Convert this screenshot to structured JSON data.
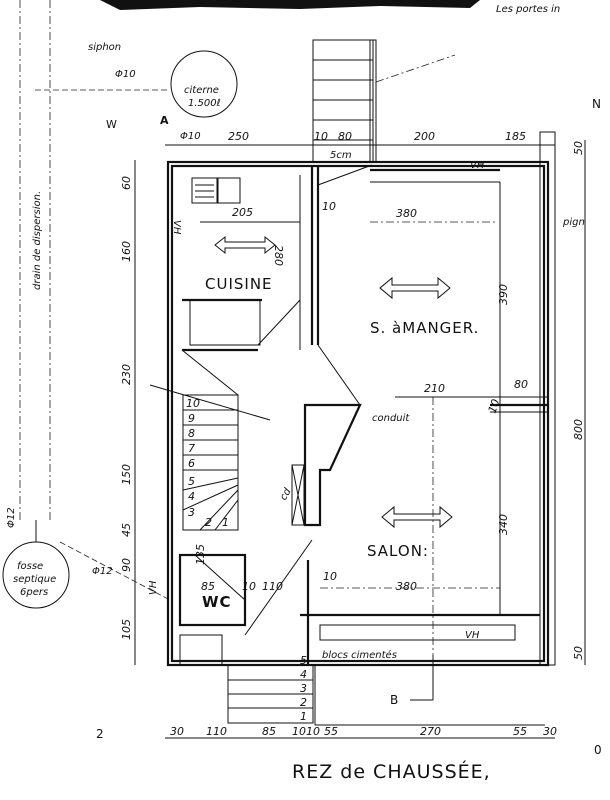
{
  "title": "REZ de CHAUSSÉE,",
  "top_note": "Les portes in",
  "rooms": {
    "kitchen": "CUISINE",
    "dining": "S. àMANGER.",
    "living": "SALON:",
    "wc": "WC"
  },
  "annotations": {
    "siphon": "siphon",
    "pipe_top": "Φ10",
    "pipe_a": "Φ10",
    "pipe_septic": "Φ12",
    "pipe_left": "Φ12",
    "cistern": "citerne",
    "cistern_volume": "1.500ℓ",
    "septic_1": "fosse",
    "septic_2": "septique",
    "septic_3": "6pers",
    "drain": "drain de dispersion.",
    "west": "W",
    "north": "N",
    "section_a": "A",
    "section_b": "B",
    "zero": "0",
    "two": "2",
    "conduit": "conduit",
    "cd": "cd",
    "blocs": "blocs cimentés",
    "pign": "pign",
    "fivecm": "5cm",
    "vh1": "VH",
    "vh2": "VH",
    "vh3": "VH",
    "vh4": "VH"
  },
  "dims_top": [
    "250",
    "10",
    "80",
    "200",
    "185"
  ],
  "dims_left": [
    "60",
    "160",
    "230",
    "150",
    "45",
    "90",
    "105"
  ],
  "dims_right": [
    "50",
    "800",
    "50"
  ],
  "dims_bottom": [
    "30",
    "110",
    "85",
    "10",
    "10",
    "55",
    "270",
    "55",
    "30"
  ],
  "dims_inner": {
    "kitchen_w": "205",
    "kitchen_h": "280",
    "dining_w": "380",
    "dining_h": "390",
    "mid_w": "210",
    "mid_r": "80",
    "mid_10": "10",
    "salon_h": "340",
    "wc_w": "85",
    "hall_10": "10",
    "hall_110": "110",
    "salon_w": "380",
    "wc_135": "135",
    "din_10": "10",
    "salon_10": "10"
  },
  "steps_front": [
    "5",
    "4",
    "3",
    "2",
    "1"
  ],
  "steps_stair": [
    "10",
    "9",
    "8",
    "7",
    "6",
    "5",
    "4",
    "3",
    "2",
    "1"
  ]
}
